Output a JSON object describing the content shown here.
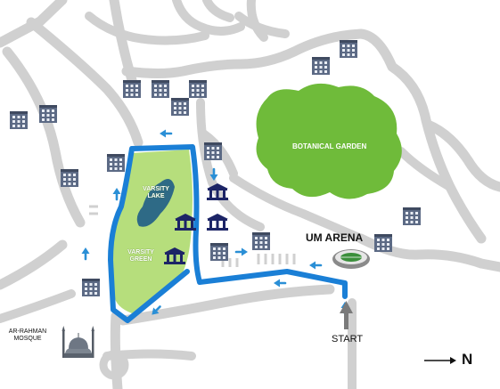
{
  "labels": {
    "varsity_lake": "VARSITY\nLAKE",
    "varsity_green": "VARSITY\nGREEN",
    "botanical_garden": "BOTANICAL GARDEN",
    "um_arena": "UM ARENA",
    "start": "START",
    "mosque": "AR-RAHMAN\nMOSQUE",
    "north": "N"
  },
  "colors": {
    "road": "#d0d0d0",
    "park": "#b6de7c",
    "lake": "#2e6a86",
    "garden": "#6fbb3a",
    "route": "#1a7fd6",
    "arrow": "#2a8fd6",
    "building": "#5c6a85",
    "monument": "#1c2466",
    "start_arrow": "#7a7a7a"
  },
  "icons": {
    "building": "building-icon",
    "monument": "monument-icon",
    "stadium": "stadium-icon",
    "mosque": "mosque-icon",
    "direction_arrow": "direction-arrow-icon",
    "compass": "north-compass-icon"
  }
}
